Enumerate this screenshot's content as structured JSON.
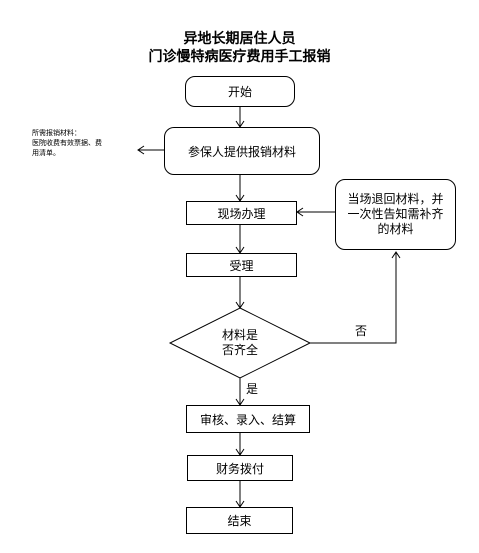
{
  "title": {
    "line1": "异地长期居住人员",
    "line2": "门诊慢特病医疗费用手工报销"
  },
  "nodes": {
    "start": "开始",
    "submit": "参保人提供报销材料",
    "onsite": "现场办理",
    "accept": "受理",
    "decision_line1": "材料是",
    "decision_line2": "否齐全",
    "review": "审核、录入、结算",
    "payment": "财务拨付",
    "end": "结束"
  },
  "side_box": {
    "line1": "当场退回材料，并",
    "line2": "一次性告知需补齐",
    "line3": "的材料"
  },
  "note": {
    "line1": "所需报销材料：",
    "line2": "医院收费有效票据、费",
    "line3": "用清单。"
  },
  "edge_labels": {
    "yes": "是",
    "no": "否"
  }
}
